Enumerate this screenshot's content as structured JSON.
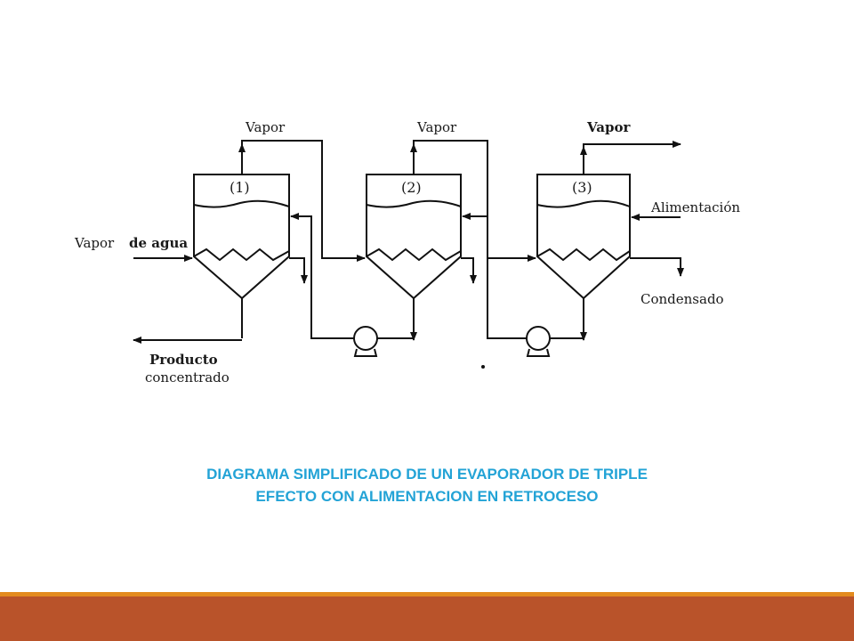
{
  "diagram": {
    "labels": {
      "vapor_1": "Vapor",
      "vapor_2": "Vapor",
      "vapor_3": "Vapor",
      "effect_1": "(1)",
      "effect_2": "(2)",
      "effect_3": "(3)",
      "vapor_de_agua_a": "Vapor",
      "vapor_de_agua_b": "de agua",
      "alimentacion": "Alimentación",
      "condensado": "Condensado",
      "producto": "Producto",
      "concentrado": "concentrado"
    }
  },
  "caption": {
    "line1": "DIAGRAMA SIMPLIFICADO DE UN EVAPORADOR DE TRIPLE",
    "line2": "EFECTO CON ALIMENTACION EN RETROCESO"
  },
  "colors": {
    "caption": "#23a3d6",
    "bar_thin": "#e38b1f",
    "bar_thick": "#b9532a"
  }
}
